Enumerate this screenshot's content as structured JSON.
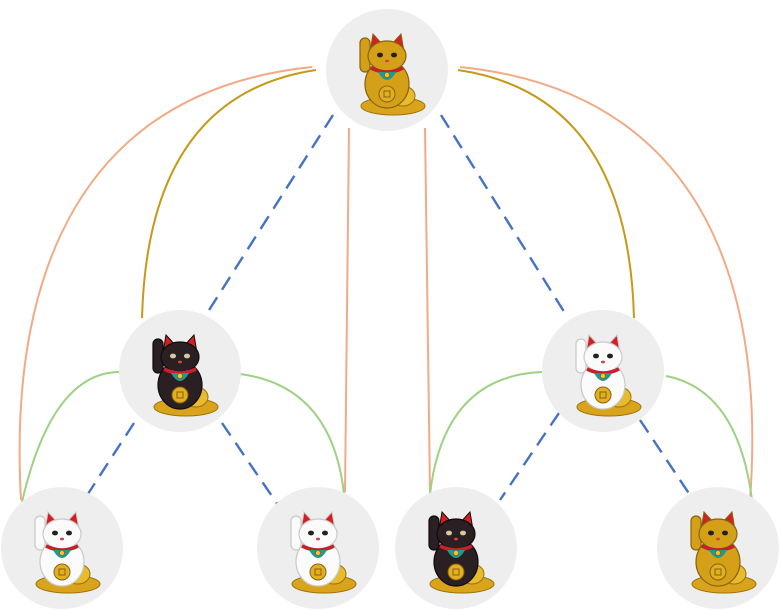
{
  "diagram": {
    "node_fill": "#eeeeef",
    "colors": {
      "gold": "#d4a017",
      "gold_dark": "#8a6210",
      "black_cat": "#2a1f22",
      "white_cat": "#fbfbfb",
      "ear_red": "#d61f1f",
      "collar_red": "#c8202a",
      "bib_teal": "#1d9a92",
      "coin": "#e0b020",
      "edge_gold": "#c49a16",
      "edge_peach": "#f2aa85",
      "edge_green": "#9dd184",
      "edge_blue": "#4472c4"
    },
    "nodes": [
      {
        "id": "root",
        "variant": "gold",
        "icon": "maneki-neko-gold"
      },
      {
        "id": "mid-left",
        "variant": "black",
        "icon": "maneki-neko-black"
      },
      {
        "id": "mid-right",
        "variant": "white",
        "icon": "maneki-neko-white"
      },
      {
        "id": "leaf-1",
        "variant": "white",
        "icon": "maneki-neko-white"
      },
      {
        "id": "leaf-2",
        "variant": "white",
        "icon": "maneki-neko-white"
      },
      {
        "id": "leaf-3",
        "variant": "black",
        "icon": "maneki-neko-black"
      },
      {
        "id": "leaf-4",
        "variant": "gold",
        "icon": "maneki-neko-gold"
      }
    ],
    "edges": [
      {
        "from": "root",
        "to": "mid-left",
        "style": "dashed",
        "color": "edge_blue"
      },
      {
        "from": "root",
        "to": "mid-right",
        "style": "dashed",
        "color": "edge_blue"
      },
      {
        "from": "mid-left",
        "to": "leaf-1",
        "style": "dashed",
        "color": "edge_blue"
      },
      {
        "from": "mid-left",
        "to": "leaf-2",
        "style": "dashed",
        "color": "edge_blue"
      },
      {
        "from": "mid-right",
        "to": "leaf-3",
        "style": "dashed",
        "color": "edge_blue"
      },
      {
        "from": "mid-right",
        "to": "leaf-4",
        "style": "dashed",
        "color": "edge_blue"
      },
      {
        "from": "root",
        "to": "mid-left",
        "style": "arc",
        "color": "edge_gold"
      },
      {
        "from": "root",
        "to": "mid-right",
        "style": "arc",
        "color": "edge_gold"
      },
      {
        "from": "root",
        "to": "leaf-1",
        "style": "arc",
        "color": "edge_peach"
      },
      {
        "from": "root",
        "to": "leaf-2",
        "style": "straight",
        "color": "edge_peach"
      },
      {
        "from": "root",
        "to": "leaf-3",
        "style": "straight",
        "color": "edge_peach"
      },
      {
        "from": "root",
        "to": "leaf-4",
        "style": "arc",
        "color": "edge_peach"
      },
      {
        "from": "leaf-1",
        "to": "leaf-2",
        "style": "arc",
        "color": "edge_green"
      },
      {
        "from": "leaf-3",
        "to": "leaf-4",
        "style": "arc",
        "color": "edge_green"
      }
    ]
  }
}
